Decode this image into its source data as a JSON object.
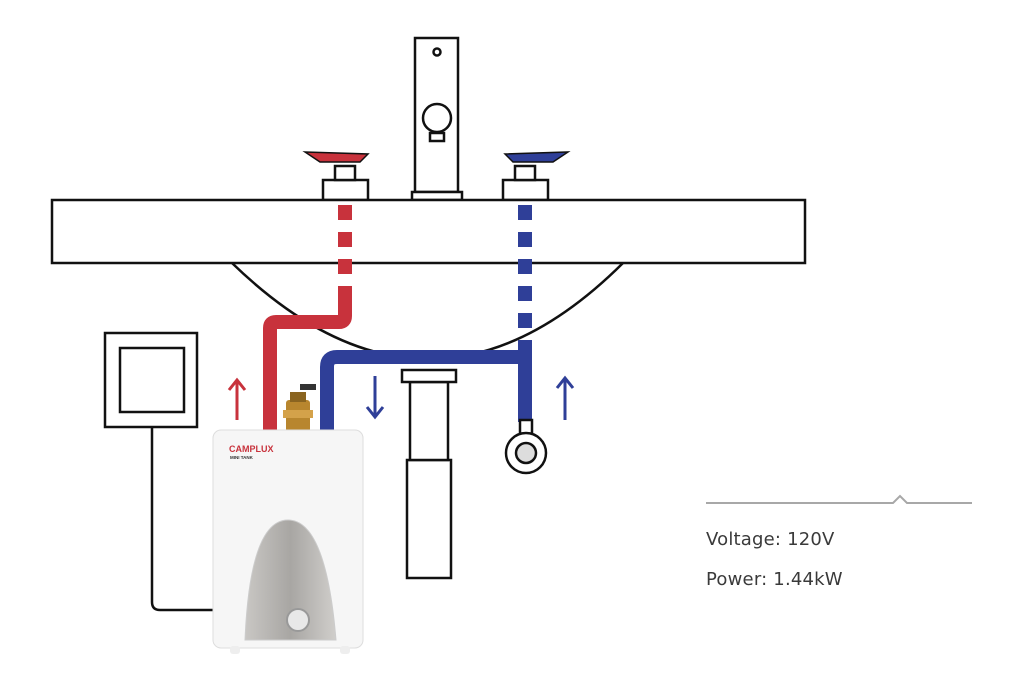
{
  "diagram": {
    "title": "Under-sink mini tank water heater installation",
    "heater": {
      "brand": "CAMPLUX",
      "model": "MINI TANK"
    },
    "colors": {
      "hot": "#c8323c",
      "cold": "#2f3f98",
      "outline": "#111111",
      "divider": "#a8a8a8"
    }
  },
  "specs": {
    "voltage": "Voltage: 120V",
    "power": "Power: 1.44kW"
  }
}
